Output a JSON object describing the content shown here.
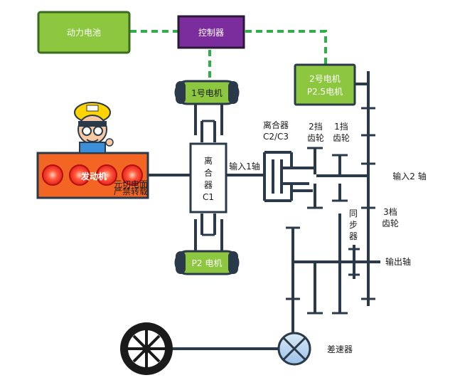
{
  "labels": {
    "battery": "动力电池",
    "controller": "控制器",
    "motor1": "1号电机",
    "motor2_line1": "2号电机",
    "motor2_line2": "P2.5电机",
    "p2_motor": "P2 电机",
    "engine": "发动机",
    "engine_note_line1": "元切电面",
    "engine_note_line2": "严禁转载",
    "clutch_c1_chars": [
      "离",
      "合",
      "器",
      "C1"
    ],
    "input1": "输入1轴",
    "clutch_c23_line1": "离合器",
    "clutch_c23_line2": "C2/C3",
    "gear2_line1": "2挡",
    "gear2_line2": "齿轮",
    "gear1_line1": "1挡",
    "gear1_line2": "齿轮",
    "input2": "输入2 轴",
    "sync_chars": [
      "同",
      "步",
      "器"
    ],
    "gear3_line1": "3档",
    "gear3_line2": "齿轮",
    "output": "输出轴",
    "differential": "差速器"
  },
  "colors": {
    "green_box": "#8dc63f",
    "green_border": "#3a6b1f",
    "purple_box": "#7b2d9e",
    "dashed_link": "#2fae4a",
    "shaft": "#2b3a4a",
    "engine_orange": "#f26522",
    "engine_red": "#e8201c",
    "diff_blue": "#cfe3f7"
  },
  "icons": {
    "worker": "engineer-mascot-icon",
    "wheel": "wheel-icon",
    "differential": "differential-icon"
  }
}
